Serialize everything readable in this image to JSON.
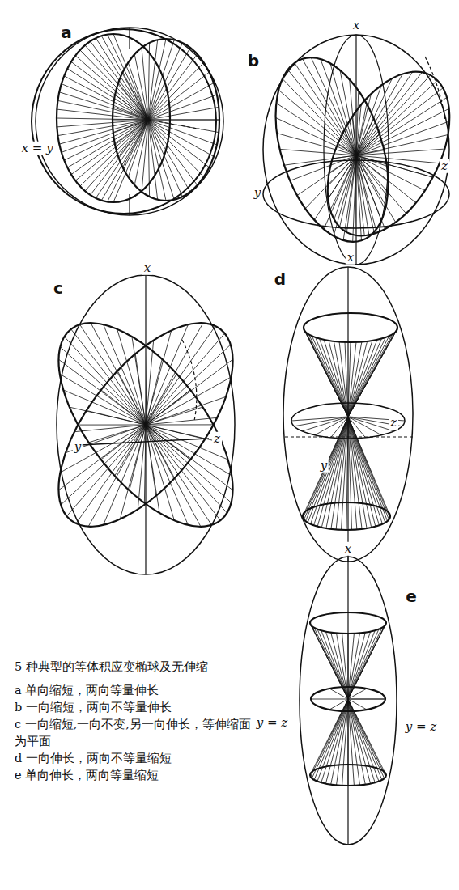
{
  "diagram": {
    "caption": "5 种典型的等体积应变椭球及无伸缩",
    "labels": [
      "a",
      "x = y",
      "b",
      "x",
      "y",
      "z",
      "c",
      "x",
      "y",
      "z",
      "d",
      "x",
      "y",
      "z",
      "e",
      "x",
      "y = z",
      "y = z",
      "a 单向缩短，两向等量伸长",
      "b 一向缩短，两向不等量伸长",
      "c 一向缩短,一向不变,另一向伸长，等伸缩面为平面",
      "d 一向伸长，两向不等量缩短",
      "e 单向伸长，两向等量缩短"
    ]
  }
}
